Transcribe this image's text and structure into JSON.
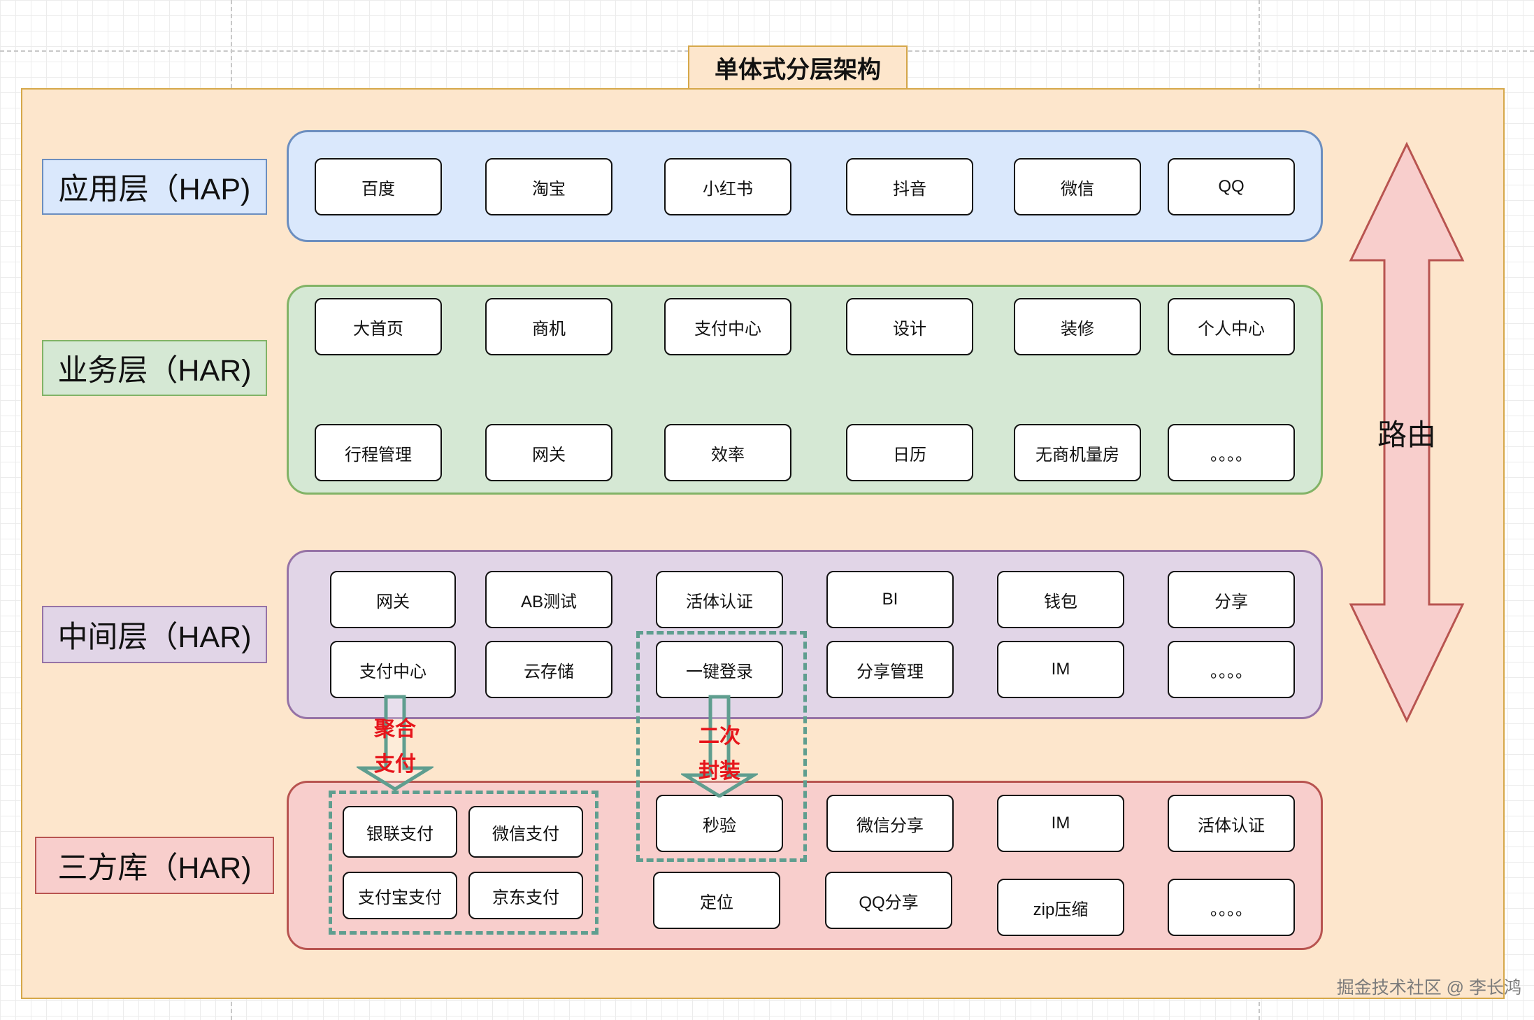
{
  "title": "单体式分层架构",
  "layers": {
    "app": {
      "label": "应用层（HAP)",
      "nodes": [
        "百度",
        "淘宝",
        "小红书",
        "抖音",
        "微信",
        "QQ"
      ]
    },
    "business": {
      "label": "业务层（HAR)",
      "nodes": [
        "大首页",
        "商机",
        "支付中心",
        "设计",
        "装修",
        "个人中心",
        "行程管理",
        "网关",
        "效率",
        "日历",
        "无商机量房",
        "。。。。"
      ]
    },
    "middle": {
      "label": "中间层（HAR)",
      "nodes": [
        "网关",
        "AB测试",
        "活体认证",
        "BI",
        "钱包",
        "分享",
        "支付中心",
        "云存储",
        "一键登录",
        "分享管理",
        "IM",
        "。。。。"
      ]
    },
    "third_party": {
      "label": "三方库（HAR)",
      "nodes": [
        "银联支付",
        "微信支付",
        "支付宝支付",
        "京东支付",
        "秒验",
        "微信分享",
        "IM",
        "活体认证",
        "定位",
        "QQ分享",
        "zip压缩",
        "。。。。"
      ]
    }
  },
  "arrows": {
    "aggregate_payment": [
      "聚合",
      "支付"
    ],
    "secondary_wrap": [
      "二次",
      "封装"
    ]
  },
  "route_label": "路由",
  "watermark": "掘金技术社区 @ 李长鸿",
  "colors": {
    "frame_fill": "#fde6cc",
    "frame_border": "#d6a84a",
    "app_fill": "#dae8fc",
    "app_border": "#6c8ebf",
    "business_fill": "#d5e8d4",
    "business_border": "#82b366",
    "middle_fill": "#e1d5e7",
    "middle_border": "#9673a6",
    "third_fill": "#f8cecc",
    "third_border": "#b85450",
    "hollow_arrow": "#5f9e8f",
    "annotation": "#e6151b"
  }
}
